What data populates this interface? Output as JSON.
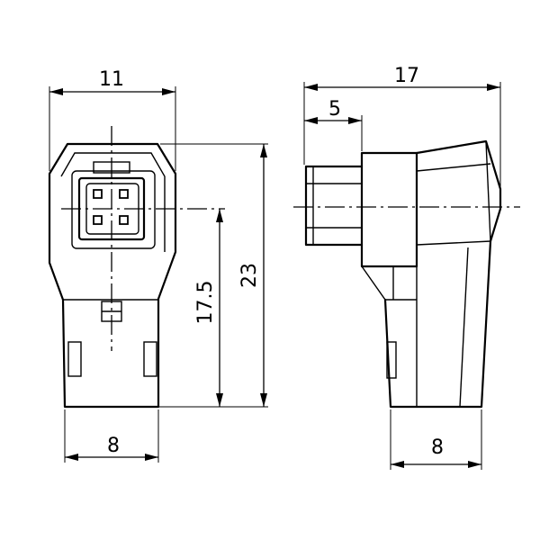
{
  "drawing": {
    "dimensions": {
      "front_width_top": "11",
      "front_height_partial": "17.5",
      "front_height_total": "23",
      "front_width_bottom": "8",
      "side_width_total": "17",
      "side_plug_length": "5",
      "side_width_bottom": "8"
    }
  }
}
